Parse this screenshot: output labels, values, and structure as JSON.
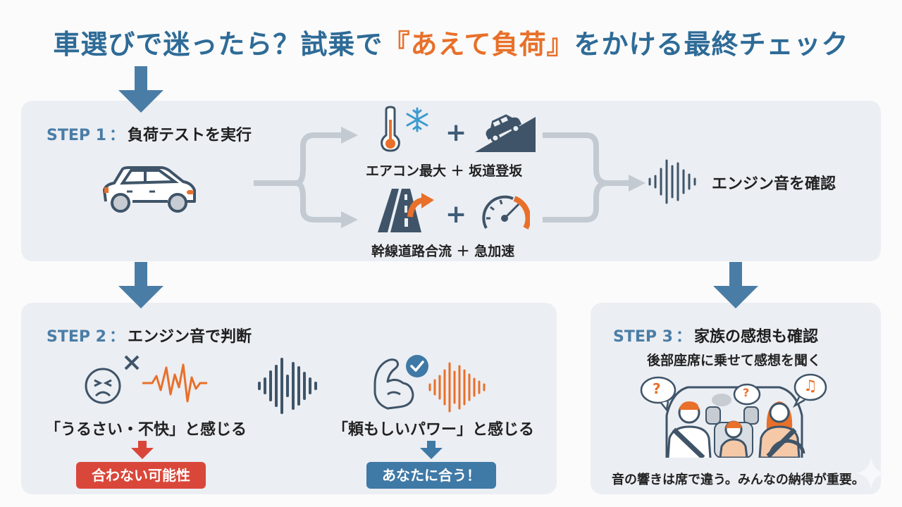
{
  "title": {
    "prefix": "車選びで迷ったら？試乗で",
    "accent": "『あえて負荷』",
    "suffix": "をかける最終チェック"
  },
  "colors": {
    "primary": "#2e6b97",
    "accent": "#e8702a",
    "panel_bg": "#ebeef3",
    "bad": "#d9473a",
    "good": "#3f79a6",
    "icon_dark": "#3f5468",
    "connector": "#c3cad2"
  },
  "step1": {
    "number": "STEP 1",
    "separator": "：",
    "title": "負荷テストを実行",
    "icons": [
      "car-icon"
    ],
    "conditions": [
      {
        "icons": [
          "thermometer-icon",
          "snowflake-icon",
          "uphill-car-icon"
        ],
        "label": "エアコン最大 ＋ 坂道登坂"
      },
      {
        "icons": [
          "highway-merge-icon",
          "speedometer-icon"
        ],
        "label": "幹線道路合流 ＋ 急加速"
      }
    ],
    "plus": "+",
    "result_label": "エンジン音を確認"
  },
  "step2": {
    "number": "STEP 2",
    "separator": "：",
    "title": "エンジン音で判断",
    "bad": {
      "feeling": "「うるさい・不快」と感じる",
      "result": "合わない可能性"
    },
    "good": {
      "feeling": "「頼もしいパワー」と感じる",
      "result": "あなたに合う！"
    }
  },
  "step3": {
    "number": "STEP 3",
    "separator": "：",
    "title": "家族の感想も確認",
    "subtitle": "後部座席に乗せて感想を聞く",
    "bubbles": [
      "?",
      "?",
      "♫"
    ],
    "footer": "音の響きは席で違う。みんなの納得が重要。"
  }
}
